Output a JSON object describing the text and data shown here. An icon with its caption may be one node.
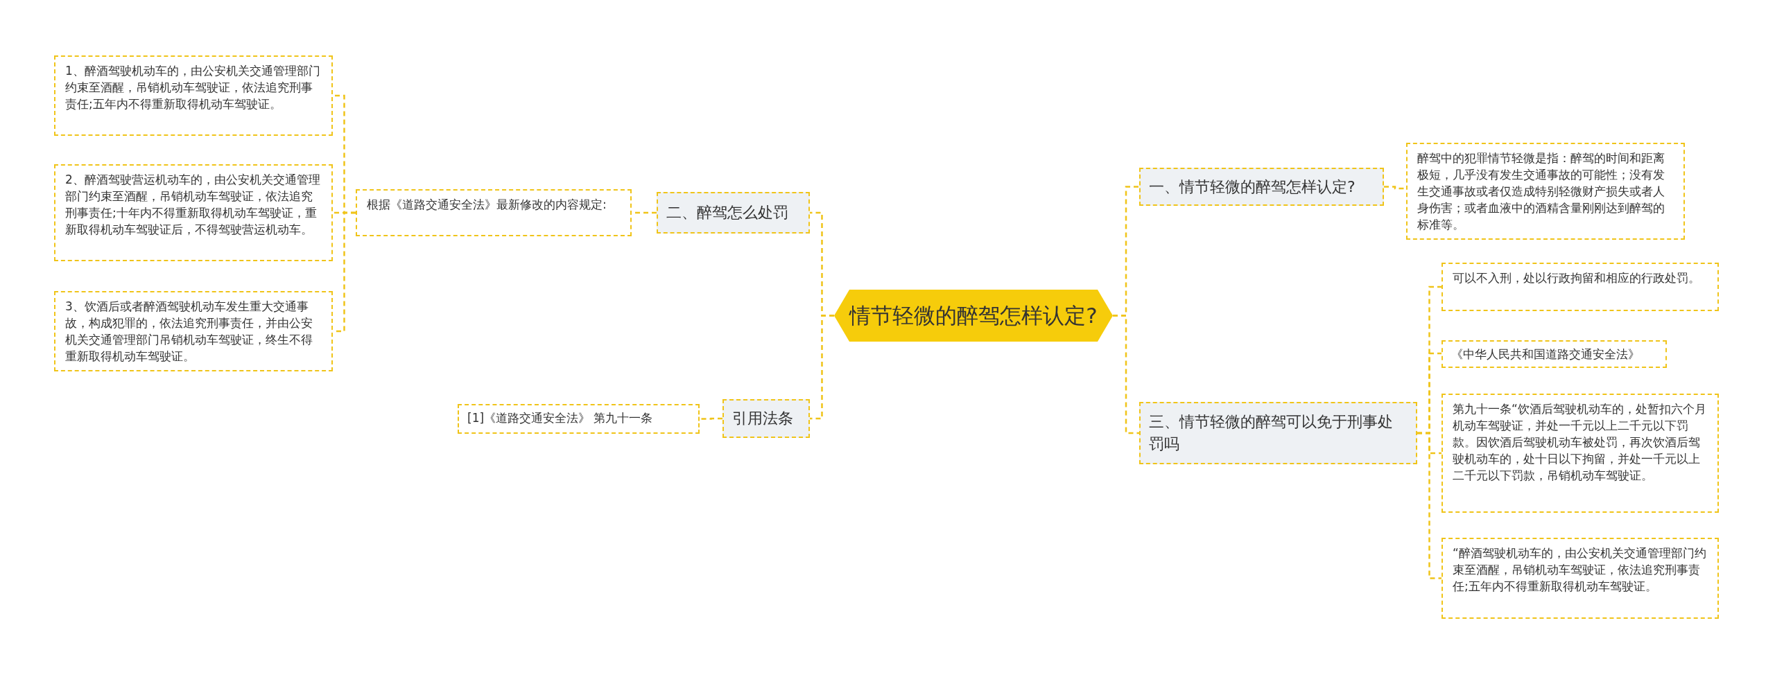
{
  "diagram": {
    "nodes": [
      {
        "text": [
          "情节轻微的醉驾怎样认定?"
        ]
      },
      {
        "text": [
          "二、醉驾怎么处罚"
        ]
      },
      {
        "text": [
          "根据《道路交通安全法》最新修改的内容规定:"
        ]
      },
      {
        "text": [
          "1、醉酒驾驶机动车的，由公安机关交通管理部门约束至酒醒，吊销机动车驾驶证，依法追究刑事责任;五年内不得重新取得机动车驾驶证。"
        ]
      },
      {
        "text": [
          "2、醉酒驾驶营运机动车的，由公安机关交通管理部门约束至酒醒，吊销机动车驾驶证，依法追究刑事责任;十年内不得重新取得机动车驾驶证，重新取得机动车驾驶证后，不得驾驶营运机动车。"
        ]
      },
      {
        "text": [
          "3、饮酒后或者醉酒驾驶机动车发生重大交通事故，构成犯罪的，依法追究刑事责任，并由公安机关交通管理部门吊销机动车驾驶证，终生不得重新取得机动车驾驶证。"
        ]
      },
      {
        "text": [
          "引用法条"
        ]
      },
      {
        "text": [
          "[1]《道路交通安全法》 第九十一条"
        ]
      },
      {
        "text": [
          "一、情节轻微的醉驾怎样认定?"
        ]
      },
      {
        "text": [
          "醉驾中的犯罪情节轻微是指：醉驾的时间和距离极短，几乎没有发生交通事故的可能性；没有发生交通事故或者仅造成特别轻微财产损失或者人身伤害；或者血液中的酒精含量刚刚达到醉驾的标准等。"
        ]
      },
      {
        "text": [
          "三、情节轻微的醉驾可以免于刑事处罚吗"
        ]
      },
      {
        "text": [
          "可以不入刑，处以行政拘留和相应的行政处罚。"
        ]
      },
      {
        "text": [
          "《中华人民共和国道路交通安全法》"
        ]
      },
      {
        "text": [
          "第九十一条“饮酒后驾驶机动车的，处暂扣六个月机动车驾驶证，并处一千元以上二千元以下罚款。因饮酒后驾驶机动车被处罚，再次饮酒后驾驶机动车的，处十日以下拘留，并处一千元以上二千元以下罚款，吊销机动车驾驶证。"
        ]
      },
      {
        "text": [
          "“醉酒驾驶机动车的，由公安机关交通管理部门约束至酒醒，吊销机动车驾驶证，依法追究刑事责任;五年内不得重新取得机动车驾驶证。"
        ]
      }
    ],
    "edges": [
      {
        "from": 0,
        "to": 1,
        "arrow": "none"
      },
      {
        "from": 1,
        "to": 2,
        "arrow": "none"
      },
      {
        "from": 2,
        "to": 3,
        "arrow": "none"
      },
      {
        "from": 2,
        "to": 4,
        "arrow": "none"
      },
      {
        "from": 2,
        "to": 5,
        "arrow": "none"
      },
      {
        "from": 0,
        "to": 6,
        "arrow": "none"
      },
      {
        "from": 6,
        "to": 7,
        "arrow": "none"
      },
      {
        "from": 0,
        "to": 8,
        "arrow": "none"
      },
      {
        "from": 8,
        "to": 9,
        "arrow": "none"
      },
      {
        "from": 0,
        "to": 10,
        "arrow": "none"
      },
      {
        "from": 10,
        "to": 11,
        "arrow": "none"
      },
      {
        "from": 10,
        "to": 12,
        "arrow": "none"
      },
      {
        "from": 10,
        "to": 13,
        "arrow": "none"
      },
      {
        "from": 10,
        "to": 14,
        "arrow": "none"
      }
    ]
  }
}
